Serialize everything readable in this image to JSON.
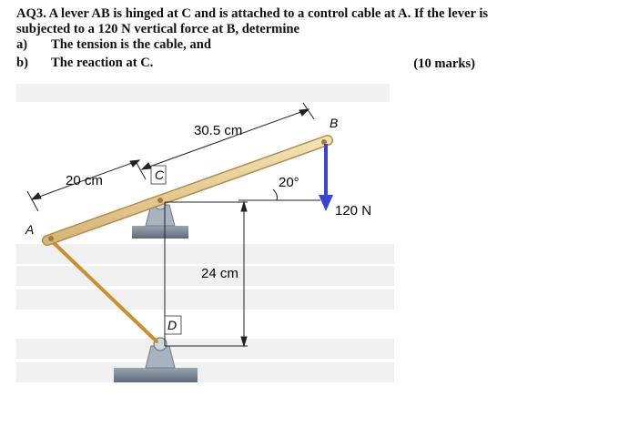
{
  "question": {
    "line1": "AQ3. A lever AB is hinged at C and is attached to a control cable at A. If the lever is",
    "line2": "subjected to a 120 N vertical force at B, determine",
    "parts": [
      {
        "label": "a)",
        "text": "The tension is the cable, and"
      },
      {
        "label": "b)",
        "text": "The reaction at C."
      }
    ],
    "marks": "(10 marks)"
  },
  "figure": {
    "dim_30_5": "30.5 cm",
    "dim_20": "20 cm",
    "dim_24": "24 cm",
    "angle": "20°",
    "force": "120 N",
    "point_a": "A",
    "point_b": "B",
    "point_c": "C",
    "point_d": "D",
    "colors": {
      "lever": "#e8cf94",
      "cable": "#c9902f",
      "force_arrow": "#3b44d6",
      "support": "#7b8797"
    }
  }
}
